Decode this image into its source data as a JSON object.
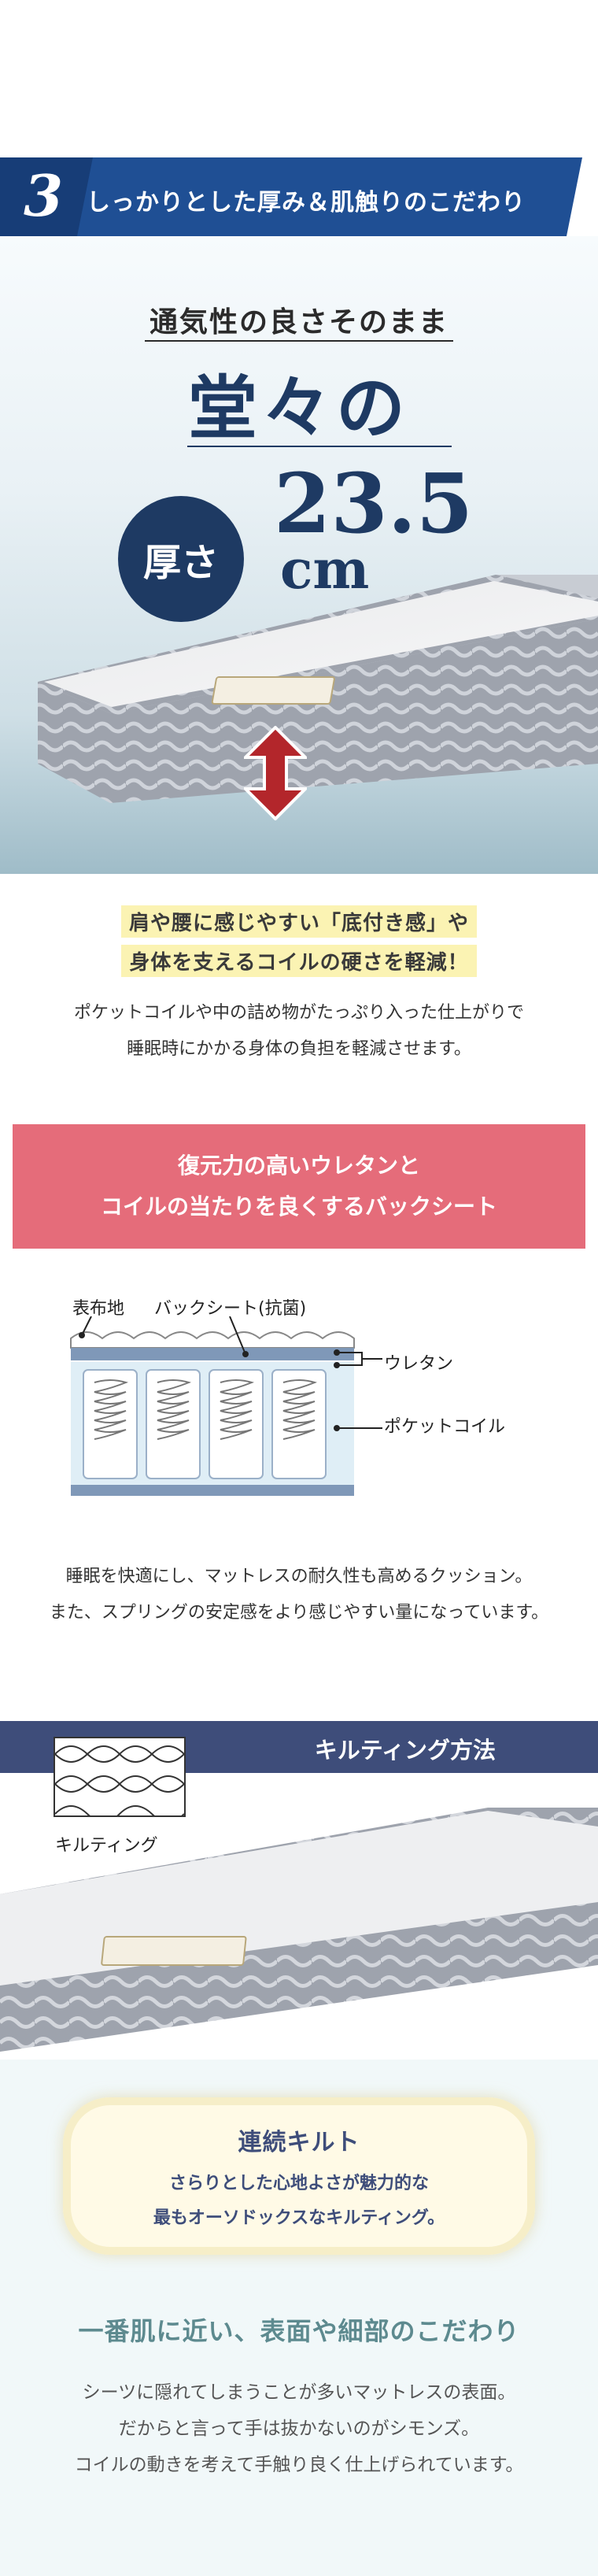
{
  "section1": {
    "number": "3",
    "banner_title": "しっかりとした厚み＆肌触りのこだわり",
    "subheading": "通気性の良さそのまま",
    "headline": "堂々の",
    "badge": "厚さ",
    "thickness_value": "23.5",
    "thickness_unit": "cm"
  },
  "section2": {
    "highlight_line1": "肩や腰に感じやすい「底付き感」や",
    "highlight_line2": "身体を支えるコイルの硬さを軽減！",
    "body_line1": "ポケットコイルや中の詰め物がたっぷり入った仕上がりで",
    "body_line2": "睡眠時にかかる身体の負担を軽減させます。"
  },
  "section3": {
    "title_line1": "復元力の高いウレタンと",
    "title_line2": "コイルの当たりを良くするバックシート",
    "labels": {
      "cover": "表布地",
      "back_sheet": "バックシート(抗菌)",
      "urethane": "ウレタン",
      "pocket_coil": "ポケットコイル"
    },
    "body_line1": "睡眠を快適にし、マットレスの耐久性も高めるクッション。",
    "body_line2": "また、スプリングの安定感をより感じやすい量になっています。"
  },
  "section4": {
    "bar_title": "キルティング方法",
    "quilt_label": "キルティング",
    "pill_title": "連続キルト",
    "pill_line1": "さらりとした心地よさが魅力的な",
    "pill_line2": "最もオーソドックスなキルティング。",
    "heading": "一番肌に近い、表面や細部のこだわり",
    "body_line1": "シーツに隠れてしまうことが多いマットレスの表面。",
    "body_line2": "だからと言って手は抜かないのがシモンズ。",
    "body_line3": "コイルの動きを考えて手触り良く仕上げられています。"
  },
  "colors": {
    "navy": "#1e3a63",
    "banner_blue": "#1f4f94",
    "pink": "#e56c7a",
    "highlight": "#fbf3b3",
    "bar_navy": "#3e4d7a",
    "arrow_red": "#b3262b",
    "heading_teal": "#5d8a8f"
  }
}
